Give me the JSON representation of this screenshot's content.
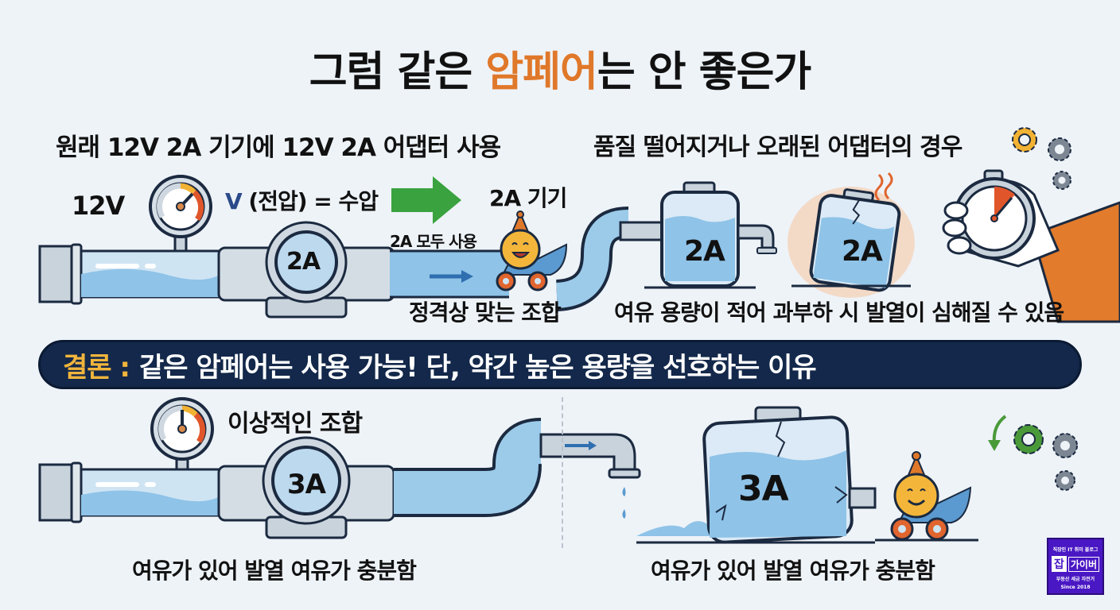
{
  "title": {
    "prefix": "그럼 같은 ",
    "accent": "암페어",
    "suffix": "는 안 좋은가",
    "accent_color": "#e0782a"
  },
  "top_left": {
    "heading": "원래 12V 2A 기기에 12V 2A 어댑터 사용",
    "voltage_label": "12V",
    "v_symbol": "V",
    "voltage_note": "(전압) = 수압",
    "pipe_meter_label": "2A",
    "device_label": "2A 기기",
    "flow_label": "2A 모두 사용",
    "caption": "정격상 맞는 조합"
  },
  "top_right": {
    "heading": "품질 떨어지거나 오래된 어댑터의 경우",
    "tank1_label": "2A",
    "tank2_label": "2A",
    "caption": "여유 용량이 적어 과부하 시 발열이 심해질 수 있음"
  },
  "banner": {
    "key": "결론 :",
    "text": "같은 암페어는 사용 가능! 단, 약간 높은 용량을 선호하는 이유",
    "bg_color": "#13284a",
    "key_color": "#f1b53c"
  },
  "bottom_left": {
    "heading": "이상적인 조합",
    "pipe_meter_label": "3A",
    "caption": "여유가 있어 발열 여유가 충분함"
  },
  "bottom_right": {
    "tank_label": "3A",
    "caption": "여유가 있어 발열 여유가 충분함"
  },
  "logo": {
    "line1": "직장인 IT 취미 블로그",
    "mark": "잡",
    "name": "가이버",
    "line3": "부동산 세금 자전거",
    "line4": "Since 2018",
    "bg_color": "#4a17c4"
  },
  "colors": {
    "background": "#eef3f8",
    "water": "#8fc3e8",
    "pipe": "#c9d3dc",
    "outline": "#1b2a40",
    "arrow_green": "#3aa23f",
    "sleeve_orange": "#e27b2b",
    "gear_yellow": "#f2b233",
    "gear_gray": "#7d8794",
    "gear_green": "#4a9a3a"
  }
}
